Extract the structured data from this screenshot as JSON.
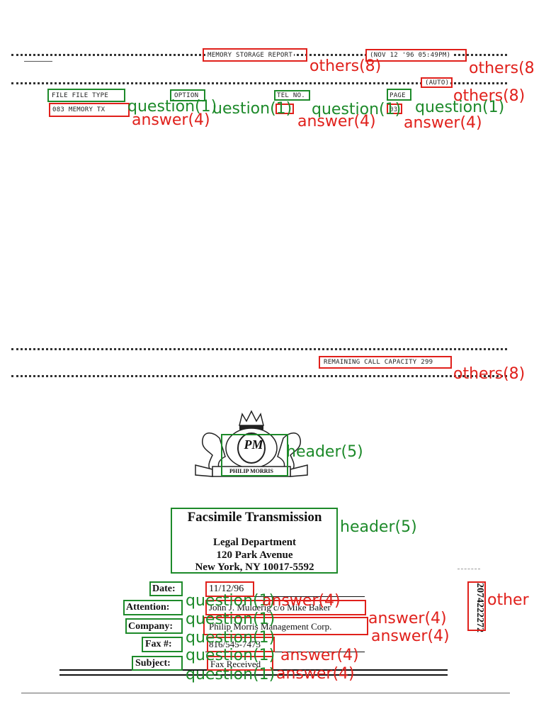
{
  "fax_report": {
    "title": "MEMORY STORAGE REPORT",
    "datetime": "(NOV 12 '96  05:49PM)",
    "mode": "(AUTO)",
    "columns": {
      "file_type": "FILE  FILE TYPE",
      "option": "OPTION",
      "tel_no": "TEL NO.",
      "page": "PAGE"
    },
    "row": {
      "file_type": "083   MEMORY TX",
      "tel_no": "",
      "page": "03"
    },
    "remaining_capacity": "REMAINING CALL CAPACITY 299"
  },
  "logo": {
    "monogram": "PM",
    "ribbon": "PHILIP MORRIS"
  },
  "cover": {
    "heading": "Facsimile  Transmission",
    "department": "Legal  Department",
    "street": "120  Park  Avenue",
    "city": "New  York,  NY    10017-5592"
  },
  "fields": {
    "date_label": "Date:",
    "date_value": "11/12/96",
    "attention_label": "Attention:",
    "attention_value": "John J. Mulderig c/o Mike Baker",
    "company_label": "Company:",
    "company_value": "Philip Morris Management Corp.",
    "fax_label": "Fax #:",
    "fax_value": "816/545-7473",
    "subject_label": "Subject:",
    "subject_value": "Fax Received"
  },
  "doc_id": "2074222272",
  "annotation_labels": {
    "others": "others(8)",
    "others_clipped": "others(8",
    "others_side": "other",
    "question": "question(1)",
    "question_partial": "uestion(1)",
    "answer": "answer(4)",
    "header": "header(5)"
  }
}
